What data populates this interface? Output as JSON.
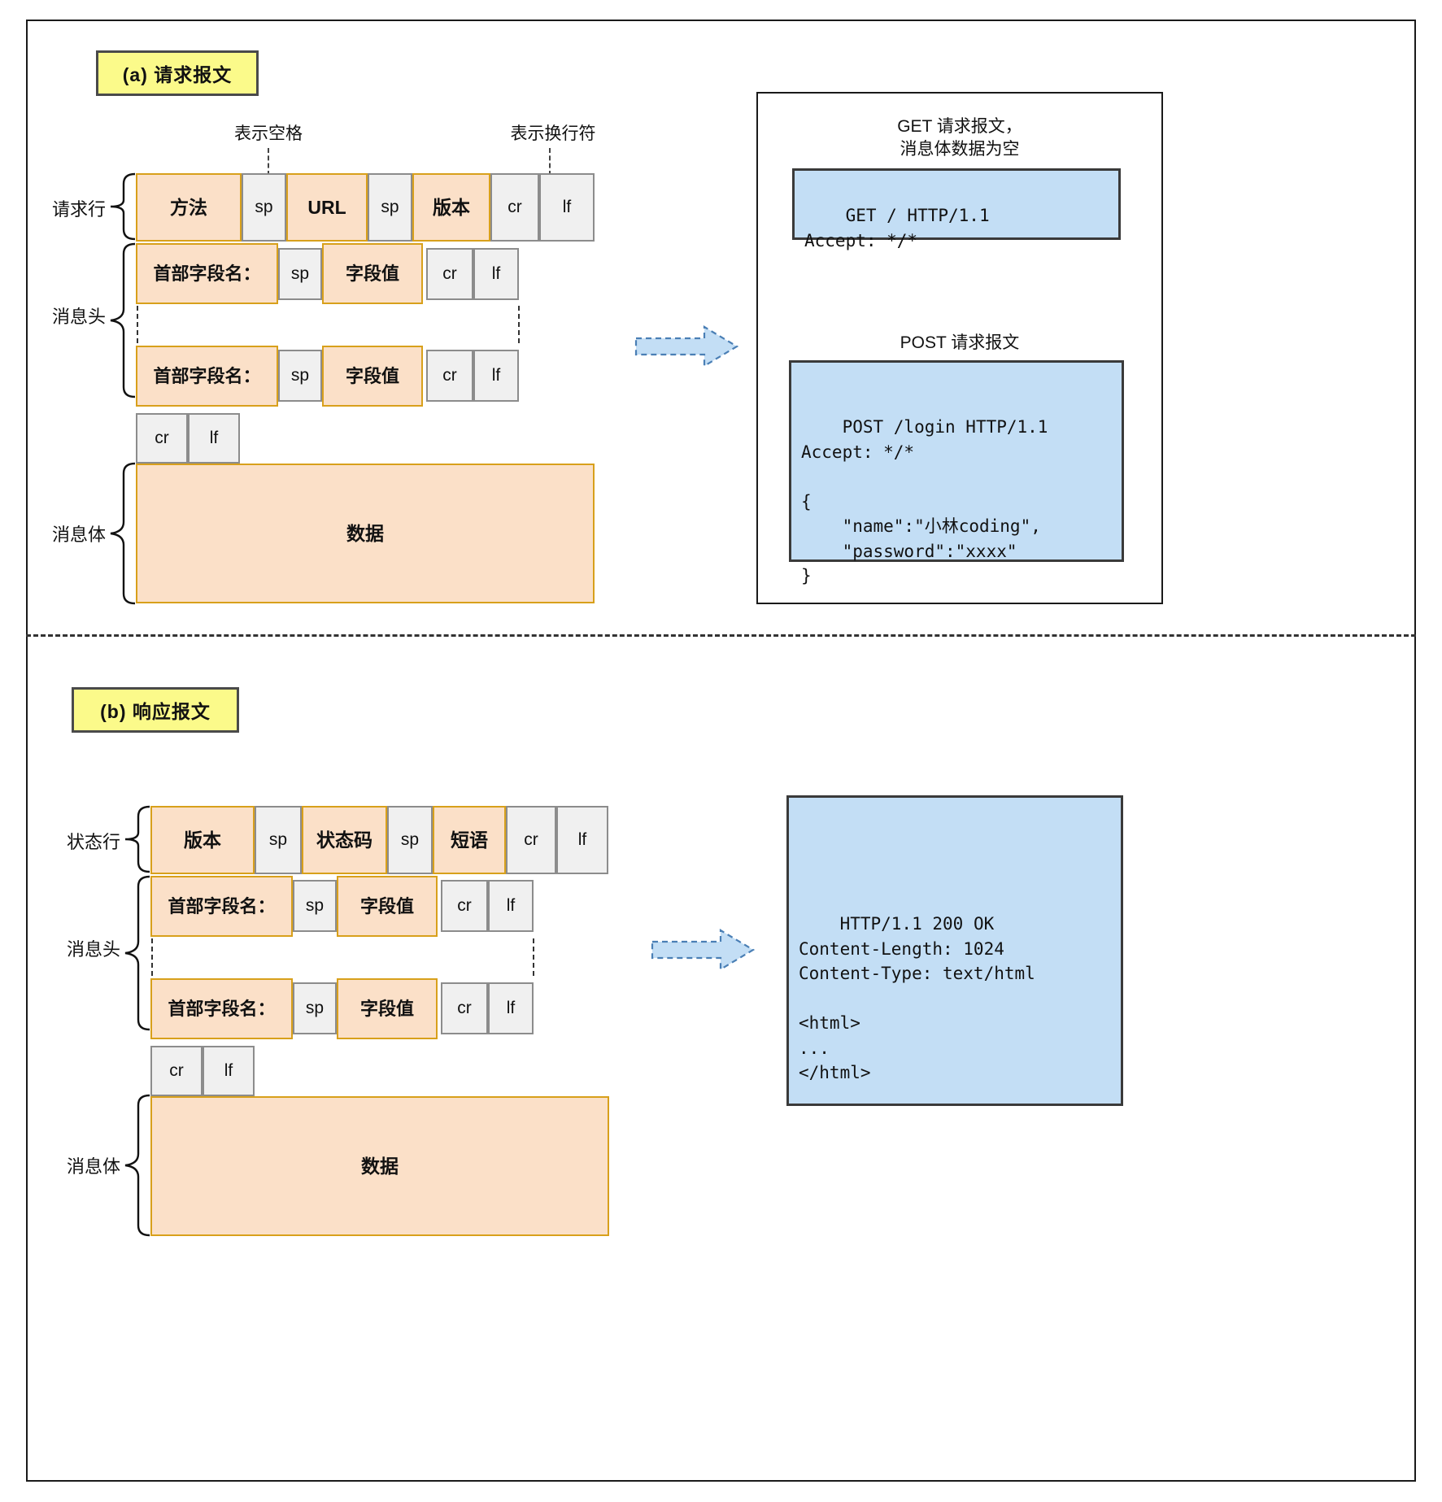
{
  "request_section": {
    "badge": "(a) 请求报文",
    "annotations": {
      "space": "表示空格",
      "newline": "表示换行符"
    },
    "side_labels": {
      "request_line": "请求行",
      "message_header": "消息头",
      "message_body": "消息体"
    },
    "request_line_cells": [
      {
        "text": "方法",
        "type": "orange"
      },
      {
        "text": "sp",
        "type": "grey"
      },
      {
        "text": "URL",
        "type": "orange"
      },
      {
        "text": "sp",
        "type": "grey"
      },
      {
        "text": "版本",
        "type": "orange"
      },
      {
        "text": "cr",
        "type": "grey"
      },
      {
        "text": "lf",
        "type": "grey"
      }
    ],
    "header_row_cells": [
      {
        "text": "首部字段名：",
        "type": "orange"
      },
      {
        "text": "sp",
        "type": "grey"
      },
      {
        "text": "字段值",
        "type": "orange"
      },
      {
        "text": "cr",
        "type": "grey"
      },
      {
        "text": "lf",
        "type": "grey"
      }
    ],
    "blank_line_cells": [
      {
        "text": "cr",
        "type": "grey"
      },
      {
        "text": "lf",
        "type": "grey"
      }
    ],
    "body_cell": {
      "text": "数据",
      "type": "orange"
    },
    "examples": {
      "get_caption_line1": "GET 请求报文，",
      "get_caption_line2": "消息体数据为空",
      "get_code": "GET / HTTP/1.1\nAccept: */*",
      "post_caption": "POST 请求报文",
      "post_code": "POST /login HTTP/1.1\nAccept: */*\n\n{\n    \"name\":\"小林coding\",\n    \"password\":\"xxxx\"\n}"
    }
  },
  "response_section": {
    "badge": "(b) 响应报文",
    "side_labels": {
      "status_line": "状态行",
      "message_header": "消息头",
      "message_body": "消息体"
    },
    "status_line_cells": [
      {
        "text": "版本",
        "type": "orange"
      },
      {
        "text": "sp",
        "type": "grey"
      },
      {
        "text": "状态码",
        "type": "orange"
      },
      {
        "text": "sp",
        "type": "grey"
      },
      {
        "text": "短语",
        "type": "orange"
      },
      {
        "text": "cr",
        "type": "grey"
      },
      {
        "text": "lf",
        "type": "grey"
      }
    ],
    "header_row_cells": [
      {
        "text": "首部字段名：",
        "type": "orange"
      },
      {
        "text": "sp",
        "type": "grey"
      },
      {
        "text": "字段值",
        "type": "orange"
      },
      {
        "text": "cr",
        "type": "grey"
      },
      {
        "text": "lf",
        "type": "grey"
      }
    ],
    "blank_line_cells": [
      {
        "text": "cr",
        "type": "grey"
      },
      {
        "text": "lf",
        "type": "grey"
      }
    ],
    "body_cell": {
      "text": "数据",
      "type": "orange"
    },
    "example_code": "HTTP/1.1 200 OK\nContent-Length: 1024\nContent-Type: text/html\n\n<html>\n...\n</html>"
  },
  "colors": {
    "orange_fill": "#fbe0c8",
    "orange_border": "#d8a01b",
    "grey_fill": "#f0f0f0",
    "grey_border": "#8c8c8c",
    "blue_fill": "#c3def5",
    "badge_fill": "#fbfa8a",
    "arrow_fill": "#c3def5"
  }
}
